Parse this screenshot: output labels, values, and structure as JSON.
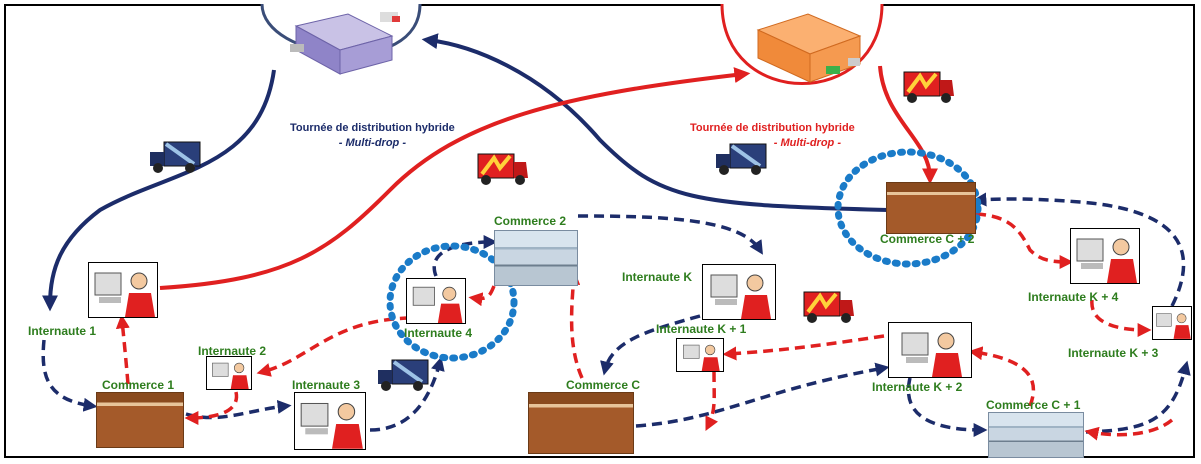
{
  "colors": {
    "blue_route": "#1c2c6a",
    "red_route": "#e02020",
    "zone_dots": "#1a7bc8",
    "label_green": "#2e7d1e"
  },
  "tours": {
    "left": {
      "title": "Tournée de distribution hybride",
      "subtitle": "- Multi-drop -"
    },
    "right": {
      "title": "Tournée de distribution hybride",
      "subtitle": "- Multi-drop -"
    }
  },
  "labels": {
    "internaute_1": "Internaute 1",
    "internaute_2": "Internaute 2",
    "internaute_3": "Internaute 3",
    "internaute_4": "Internaute 4",
    "commerce_1": "Commerce 1",
    "commerce_2": "Commerce 2",
    "internaute_k": "Internaute K",
    "internaute_k1": "Internaute K + 1",
    "internaute_k2": "Internaute K + 2",
    "internaute_k3": "Internaute K + 3",
    "internaute_k4": "Internaute K + 4",
    "commerce_c": "Commerce C",
    "commerce_c1": "Commerce C + 1",
    "commerce_c2": "Commerce C + 2"
  },
  "icons": {
    "warehouse_left": "warehouse-icon",
    "warehouse_right": "warehouse-icon",
    "truck": "delivery-truck-icon",
    "computer_user": "computer-user-icon",
    "shop": "shop-icon",
    "building": "building-icon"
  }
}
